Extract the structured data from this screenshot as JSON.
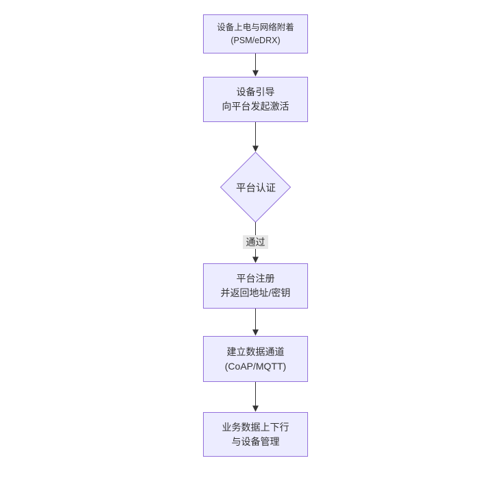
{
  "colors": {
    "background": "#ffffff",
    "node_fill": "#ECECFF",
    "node_border": "#9370DB",
    "node_text": "#333333",
    "edge_line": "#333333",
    "edge_label_bg": "#e8e8e8",
    "edge_label_text": "#333333"
  },
  "flow": {
    "type": "flowchart-top-down",
    "nodes": [
      {
        "id": "attach",
        "shape": "rect",
        "lines": [
          "设备上电与网络附着",
          "(PSM/eDRX)"
        ]
      },
      {
        "id": "bootstrap",
        "shape": "rect",
        "lines": [
          "设备引导",
          "向平台发起激活"
        ]
      },
      {
        "id": "auth",
        "shape": "diamond",
        "lines": [
          "平台认证"
        ]
      },
      {
        "id": "register",
        "shape": "rect",
        "lines": [
          "平台注册",
          "并返回地址/密钥"
        ]
      },
      {
        "id": "channel",
        "shape": "rect",
        "lines": [
          "建立数据通道",
          "(CoAP/MQTT)"
        ]
      },
      {
        "id": "service",
        "shape": "rect",
        "lines": [
          "业务数据上下行",
          "与设备管理"
        ]
      }
    ],
    "edges": [
      {
        "from": "attach",
        "to": "bootstrap",
        "label": ""
      },
      {
        "from": "bootstrap",
        "to": "auth",
        "label": ""
      },
      {
        "from": "auth",
        "to": "register",
        "label": "通过"
      },
      {
        "from": "register",
        "to": "channel",
        "label": ""
      },
      {
        "from": "channel",
        "to": "service",
        "label": ""
      }
    ]
  }
}
